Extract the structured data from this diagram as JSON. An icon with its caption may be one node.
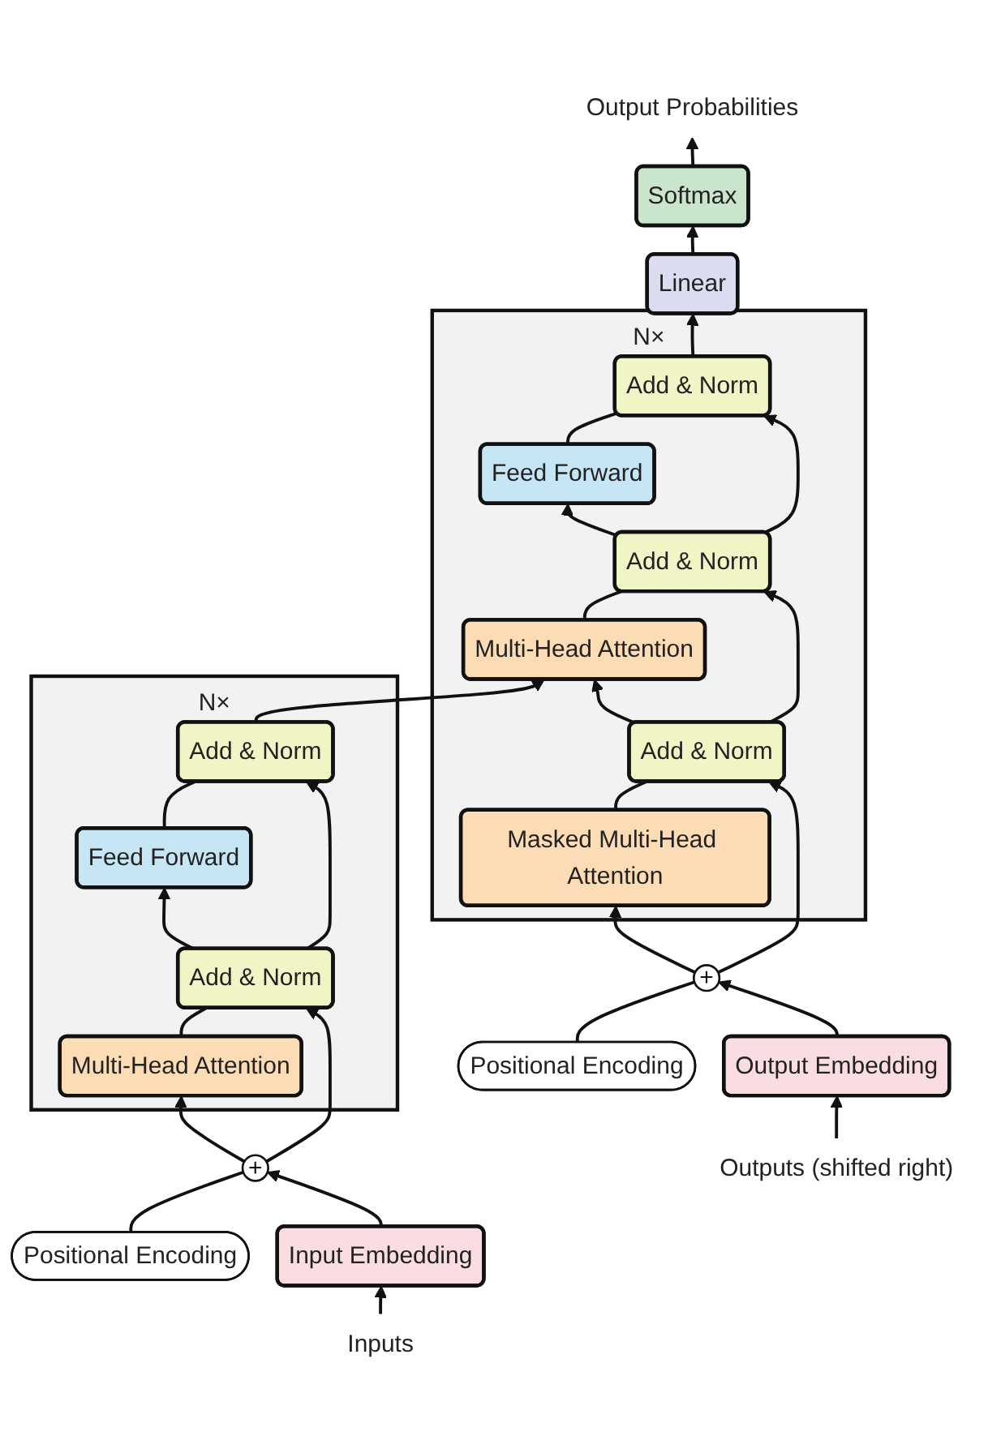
{
  "diagram": {
    "nodes": [
      {
        "text": [
          "N×"
        ]
      },
      {
        "text": [
          "Add & Norm"
        ],
        "in": 0
      },
      {
        "text": [
          "Feed Forward"
        ],
        "in": 0
      },
      {
        "text": [
          "Add & Norm"
        ],
        "in": 0
      },
      {
        "text": [
          "Multi-Head Attention"
        ],
        "in": 0
      },
      {
        "text": [
          "Positional Encoding"
        ]
      },
      {
        "text": [
          "+"
        ]
      },
      {
        "text": [
          "Input Embedding"
        ]
      },
      {
        "text": [
          "Inputs"
        ]
      },
      {
        "text": [
          "Output Probabilities"
        ]
      },
      {
        "text": [
          "Softmax"
        ]
      },
      {
        "text": [
          "Linear"
        ]
      },
      {
        "text": [
          "N×"
        ]
      },
      {
        "text": [
          "Add & Norm"
        ],
        "in": 12
      },
      {
        "text": [
          "Feed Forward"
        ],
        "in": 12
      },
      {
        "text": [
          "Add & Norm"
        ],
        "in": 12
      },
      {
        "text": [
          "Multi-Head Attention"
        ],
        "in": 12
      },
      {
        "text": [
          "Add & Norm"
        ],
        "in": 12
      },
      {
        "text": [
          "Masked Multi-Head Attention"
        ],
        "in": 12
      },
      {
        "text": [
          "+"
        ]
      },
      {
        "text": [
          "Positional Encoding"
        ]
      },
      {
        "text": [
          "Output Embedding"
        ]
      },
      {
        "text": [
          "Outputs (shifted right)"
        ]
      }
    ],
    "edges": [
      {
        "from": 8,
        "to": 7,
        "arrow": "to"
      },
      {
        "from": 7,
        "to": 6,
        "arrow": "to"
      },
      {
        "from": 5,
        "to": 6,
        "arrow": "none"
      },
      {
        "from": 6,
        "to": 4,
        "arrow": "to"
      },
      {
        "from": 6,
        "to": 3,
        "arrow": "to"
      },
      {
        "from": 4,
        "to": 3,
        "arrow": "none"
      },
      {
        "from": 3,
        "to": 2,
        "arrow": "to"
      },
      {
        "from": 3,
        "to": 1,
        "arrow": "to"
      },
      {
        "from": 2,
        "to": 1,
        "arrow": "none"
      },
      {
        "from": 1,
        "to": 16,
        "arrow": "to"
      },
      {
        "from": 22,
        "to": 21,
        "arrow": "to"
      },
      {
        "from": 21,
        "to": 19,
        "arrow": "to"
      },
      {
        "from": 20,
        "to": 19,
        "arrow": "none"
      },
      {
        "from": 19,
        "to": 18,
        "arrow": "to"
      },
      {
        "from": 19,
        "to": 17,
        "arrow": "to"
      },
      {
        "from": 18,
        "to": 17,
        "arrow": "none"
      },
      {
        "from": 17,
        "to": 16,
        "arrow": "to"
      },
      {
        "from": 17,
        "to": 15,
        "arrow": "to"
      },
      {
        "from": 16,
        "to": 15,
        "arrow": "none"
      },
      {
        "from": 15,
        "to": 14,
        "arrow": "to"
      },
      {
        "from": 15,
        "to": 13,
        "arrow": "to"
      },
      {
        "from": 14,
        "to": 13,
        "arrow": "none"
      },
      {
        "from": 13,
        "to": 11,
        "arrow": "to"
      },
      {
        "from": 11,
        "to": 10,
        "arrow": "to"
      },
      {
        "from": 10,
        "to": 9,
        "arrow": "to"
      }
    ]
  }
}
